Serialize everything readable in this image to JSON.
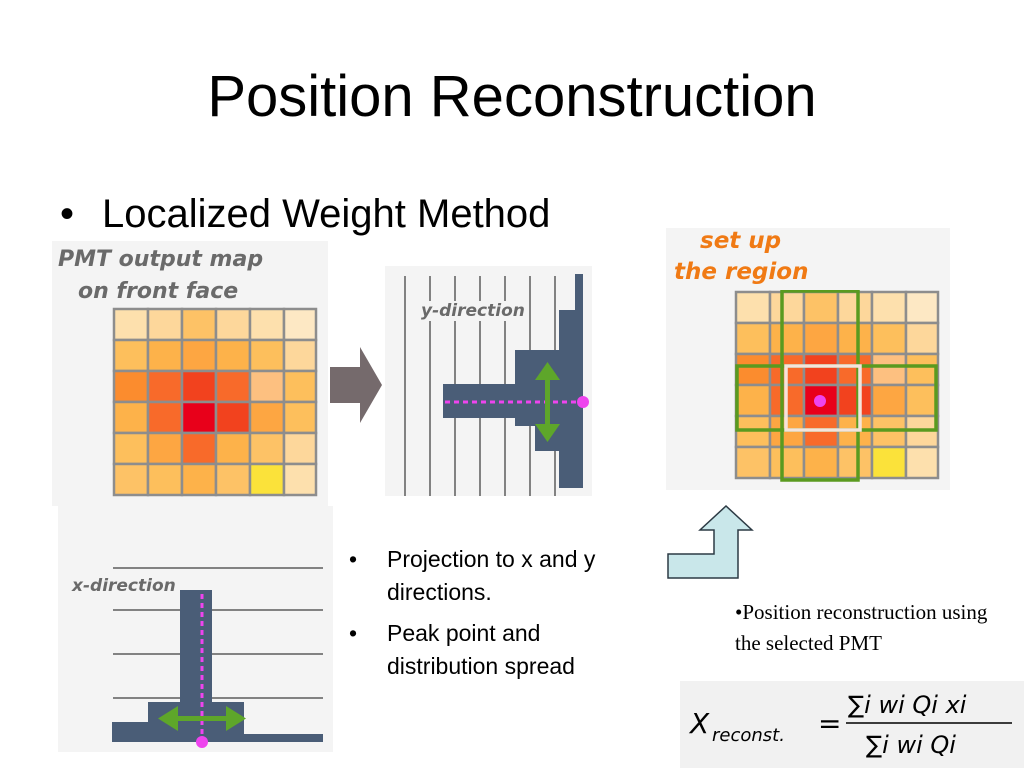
{
  "slide": {
    "title": "Position Reconstruction",
    "bullet": "Localized Weight Method",
    "bullet_marker": "•"
  },
  "panels": {
    "pmt_map": {
      "label_line1": "PMT output map",
      "label_line2": "on front face",
      "label_color": "#6a6a6a"
    },
    "y_projection": {
      "label": "y-direction"
    },
    "x_projection": {
      "label": "x-direction"
    },
    "region": {
      "label_line1": "set up",
      "label_line2": "the region",
      "label_color": "#f07a14"
    }
  },
  "sub_bullets": [
    {
      "text": "Projection to x and y directions."
    },
    {
      "text": "Peak point and distribution spread"
    }
  ],
  "note": "•Position reconstruction using the selected PMT",
  "formula": {
    "lhs": "X",
    "lhs_subscript": "reconst.",
    "equals": "=",
    "numerator": "∑i wi Qi xi",
    "denominator": "∑i wi Qi"
  },
  "colors": {
    "histogram": "#4a5d77",
    "arrow_green": "#5ea62a",
    "marker_magenta": "#ee44ee",
    "region_frame": "#5a9a1f",
    "process_arrow": "#756a6c",
    "outline_arrow_fill": "#c9e7ea"
  }
}
